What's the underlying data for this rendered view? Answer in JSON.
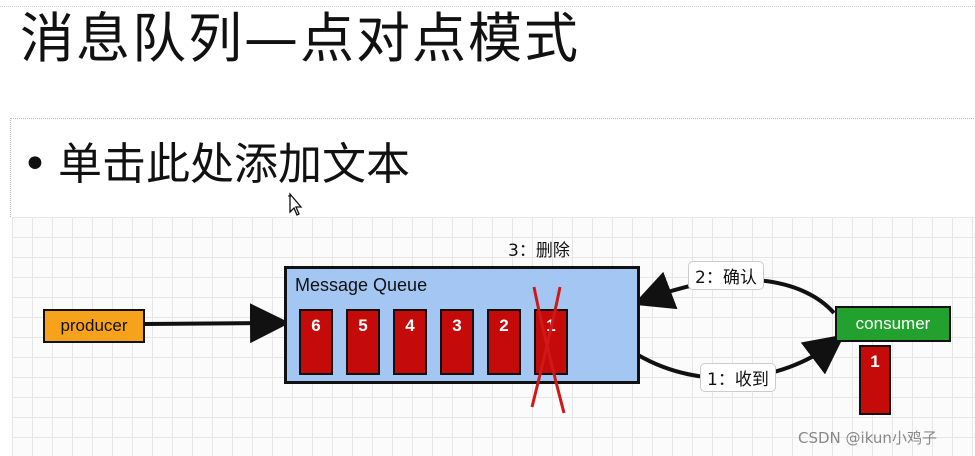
{
  "slide": {
    "title": "消息队列—点对点模式",
    "bullet": "单击此处添加文本"
  },
  "diagram": {
    "producer_label": "producer",
    "queue_title": "Message Queue",
    "messages": [
      "6",
      "5",
      "4",
      "3",
      "2",
      "1"
    ],
    "consumer_label": "consumer",
    "consumer_message": "1",
    "step_delete": "3：删除",
    "step_ack": "2：确认",
    "step_receive": "1：收到",
    "colors": {
      "producer": "#f7a21b",
      "queue": "#a4c6f3",
      "message": "#c50a0a",
      "consumer": "#22a12e",
      "cross": "#d01818"
    }
  },
  "watermark": "CSDN @ikun小鸡子"
}
